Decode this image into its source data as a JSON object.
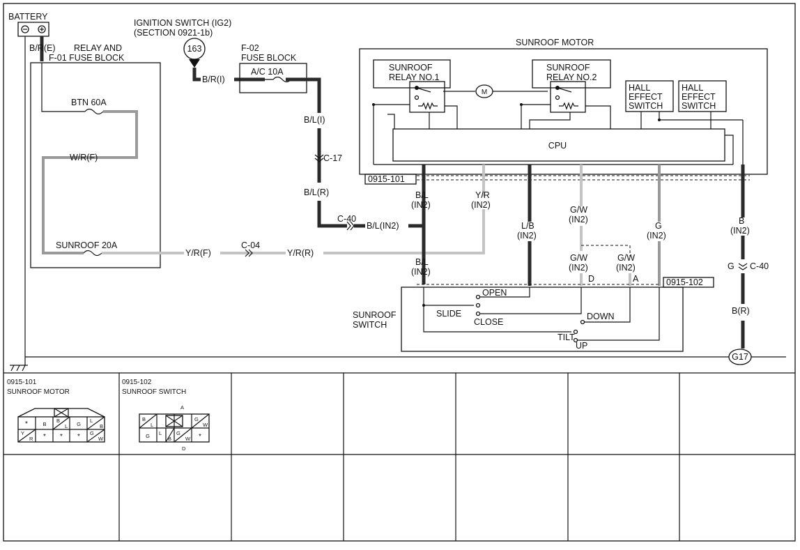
{
  "labels": {
    "battery": "BATTERY",
    "ignition_switch": "IGNITION SWITCH (IG2)",
    "ignition_section": "(SECTION 0921-1b)",
    "relay_fuse_block_1": "RELAY AND",
    "relay_fuse_block_2": "F-01 FUSE BLOCK",
    "fuse_block_f02_1": "F-02",
    "fuse_block_f02_2": "FUSE BLOCK",
    "btn_fuse": "BTN 60A",
    "ac_fuse": "A/C 10A",
    "sunroof_fuse": "SUNROOF 20A",
    "sunroof_motor": "SUNROOF MOTOR",
    "relay1_1": "SUNROOF",
    "relay1_2": "RELAY NO.1",
    "relay2_1": "SUNROOF",
    "relay2_2": "RELAY NO.2",
    "hall1_1": "HALL",
    "hall1_2": "EFFECT",
    "hall1_3": "SWITCH",
    "hall2_1": "HALL",
    "hall2_2": "EFFECT",
    "hall2_3": "SWITCH",
    "cpu": "CPU",
    "motor_symbol": "M",
    "sunroof_switch_1": "SUNROOF",
    "sunroof_switch_2": "SWITCH",
    "open": "OPEN",
    "slide": "SLIDE",
    "close": "CLOSE",
    "down": "DOWN",
    "tilt": "TILT",
    "up": "UP",
    "ground": "G17",
    "ref_163": "163"
  },
  "wires": {
    "br_e": "B/R(E)",
    "br_i": "B/R(I)",
    "wr_f": "W/R(F)",
    "bl_i": "B/L(I)",
    "c17": "C-17",
    "bl_r": "B/L(R)",
    "c40": "C-40",
    "bl_in2": "B/L(IN2)",
    "yr_f": "Y/R(F)",
    "c04": "C-04",
    "yr_r": "Y/R(R)",
    "bl": "B/L",
    "in2": "(IN2)",
    "yr": "Y/R",
    "lb": "L/B",
    "gw": "G/W",
    "g": "G",
    "b": "B",
    "g_c40": "G",
    "c40_right": "C-40",
    "b_r": "B(R)",
    "term_d": "D",
    "term_a": "A"
  },
  "connectors": {
    "c101": "0915-101",
    "c102": "0915-102"
  },
  "table": {
    "c1_id": "0915-101",
    "c1_name": "SUNROOF MOTOR",
    "c2_id": "0915-102",
    "c2_name": "SUNROOF SWITCH",
    "c2_a": "A",
    "c2_d": "D",
    "pins101": {
      "p1": "*",
      "p2": "B",
      "p3a": "B",
      "p3b": "L",
      "p4": "G",
      "p5a": "L",
      "p5b": "B",
      "p6a": "Y",
      "p6b": "R",
      "p7": "*",
      "p8": "*",
      "p9": "*",
      "p10a": "G",
      "p10b": "W"
    },
    "pins102": {
      "p1a": "B",
      "p1b": "L",
      "p3a": "G",
      "p3b": "W",
      "p4": "G",
      "p5a": "L",
      "p5b": "B",
      "p6a": "G",
      "p6b": "W",
      "p7": "*"
    }
  }
}
